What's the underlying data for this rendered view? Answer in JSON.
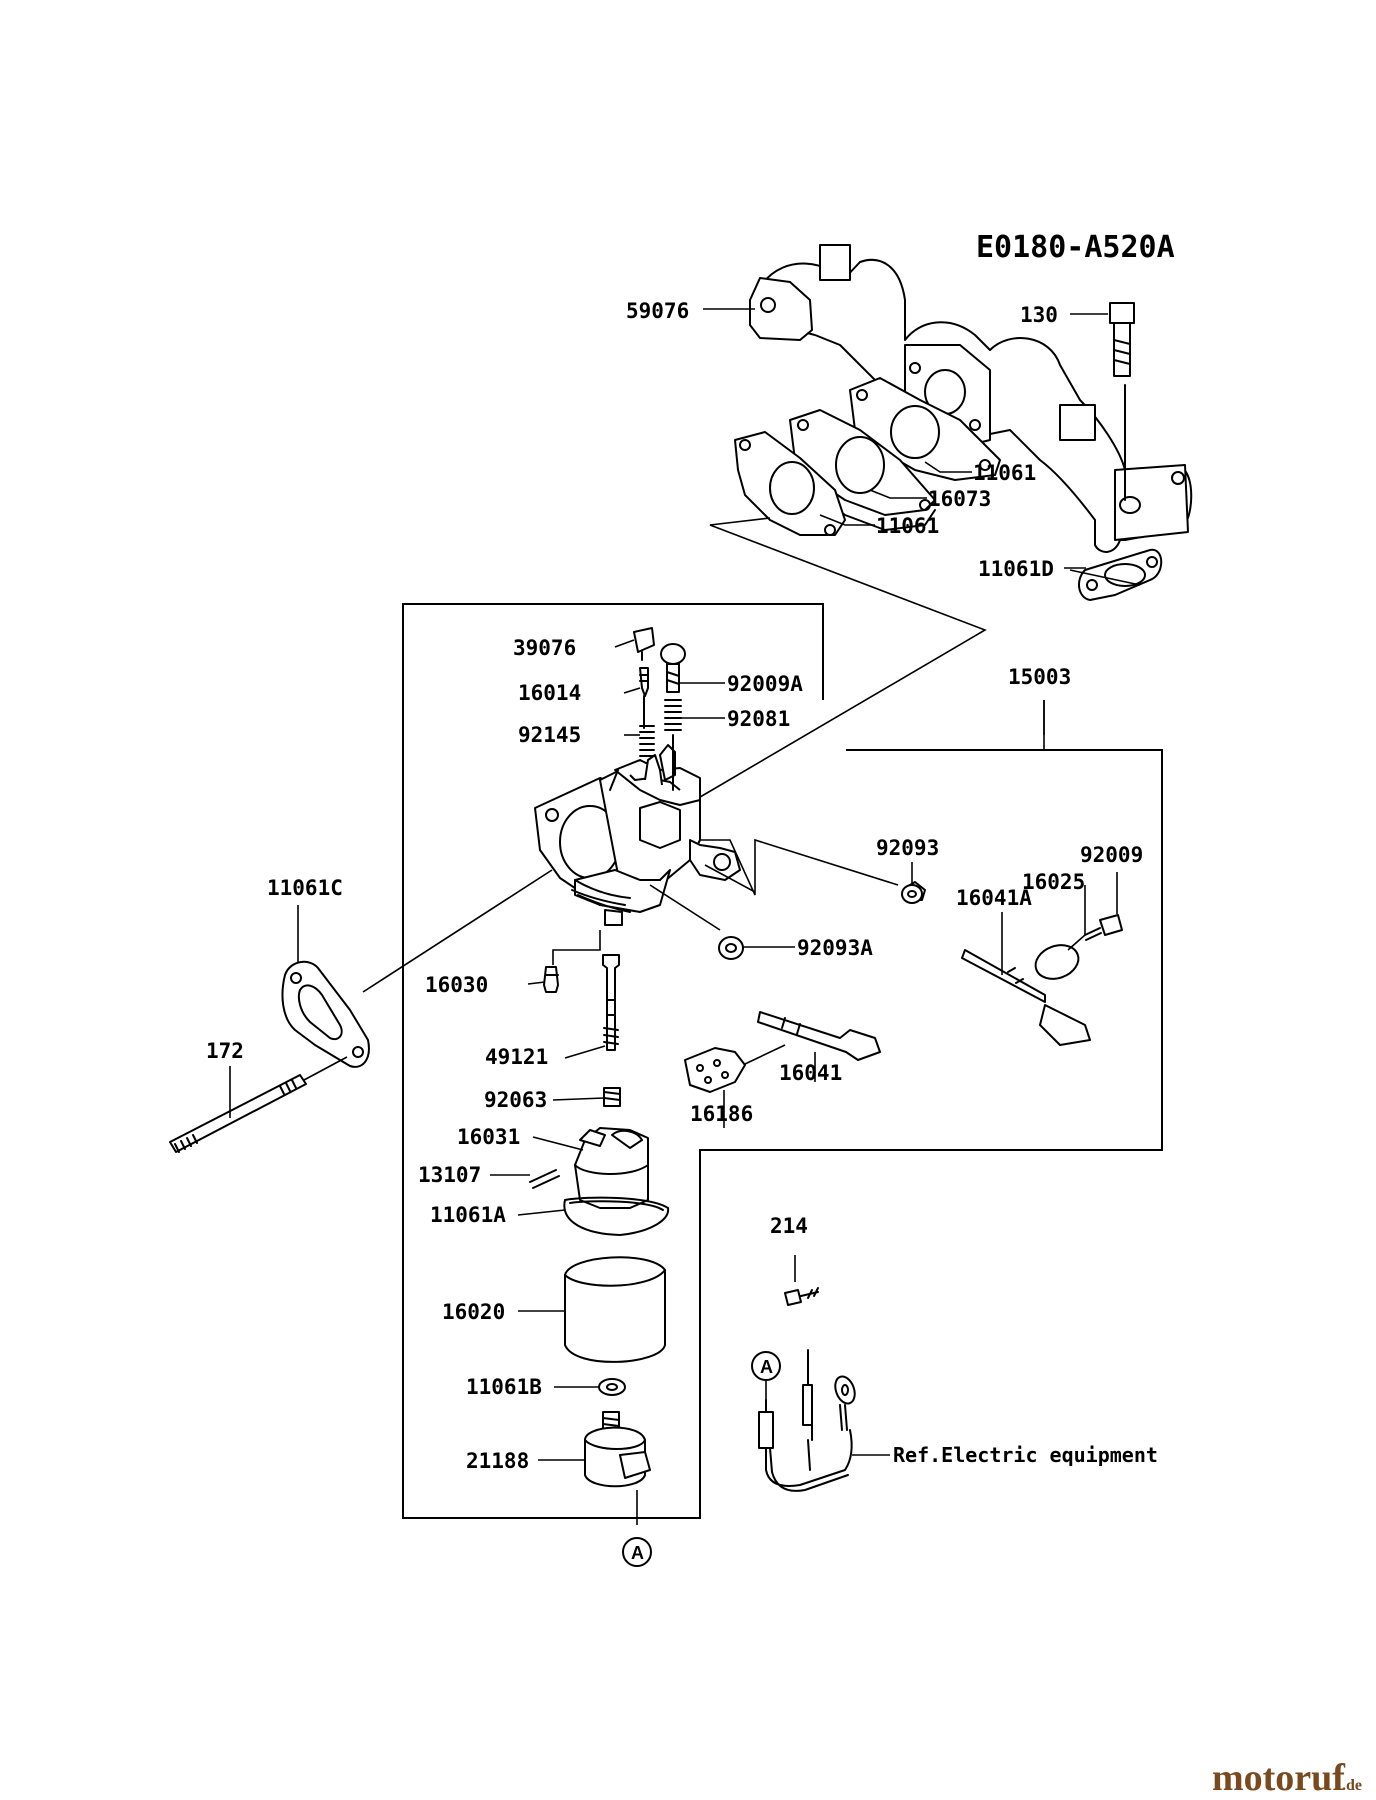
{
  "diagram": {
    "code": "E0180-A520A",
    "reference_note": "Ref.Electric equipment",
    "marker_letter": "A",
    "parts": {
      "p59076": "59076",
      "p130": "130",
      "p11061_a": "11061",
      "p16073": "16073",
      "p11061_b": "11061",
      "p11061D": "11061D",
      "p39076": "39076",
      "p16014": "16014",
      "p92009A": "92009A",
      "p92145": "92145",
      "p92081": "92081",
      "p15003": "15003",
      "p92093": "92093",
      "p92009": "92009",
      "p16025": "16025",
      "p16041A": "16041A",
      "p11061C": "11061C",
      "p16030": "16030",
      "p92093A": "92093A",
      "p49121": "49121",
      "p172": "172",
      "p92063": "92063",
      "p16041": "16041",
      "p16186": "16186",
      "p16031": "16031",
      "p13107": "13107",
      "p11061A": "11061A",
      "p214": "214",
      "p16020": "16020",
      "p11061B": "11061B",
      "p21188": "21188"
    }
  },
  "watermark": {
    "brand_main": "motoruf",
    "brand_tld": ".de",
    "colors": {
      "main": "#7a4a1e",
      "accent": "#c87a1e"
    }
  }
}
